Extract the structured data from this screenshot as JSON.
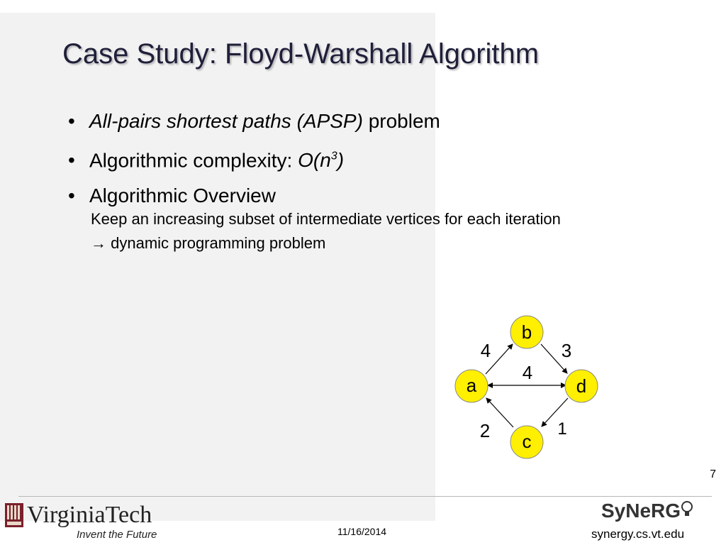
{
  "title": "Case Study:  Floyd-Warshall Algorithm",
  "bullet_char": "•",
  "bullets": {
    "b1_italic": "All-pairs shortest paths (APSP)",
    "b1_rest": " problem",
    "b2_prefix": "Algorithmic complexity: ",
    "b2_italic": "O(n",
    "b2_sup": "3",
    "b2_close": ")",
    "b3": "Algorithmic Overview"
  },
  "sub": {
    "line1": "Keep an increasing subset of intermediate vertices for each iteration",
    "arrow": "→",
    "line2": " dynamic programming problem"
  },
  "graph": {
    "nodes": {
      "a": "a",
      "b": "b",
      "c": "c",
      "d": "d"
    },
    "weights": {
      "ab": "4",
      "bd": "3",
      "ad": "4",
      "ca": "2",
      "dc": "1"
    },
    "node_color": "#ffef00"
  },
  "footer": {
    "page_number": "7",
    "brand": "VirginiaTech",
    "tagline": "Invent the Future",
    "date": "11/16/2014",
    "lab_logo": "SyNeRG",
    "url": "synergy.cs.vt.edu"
  }
}
